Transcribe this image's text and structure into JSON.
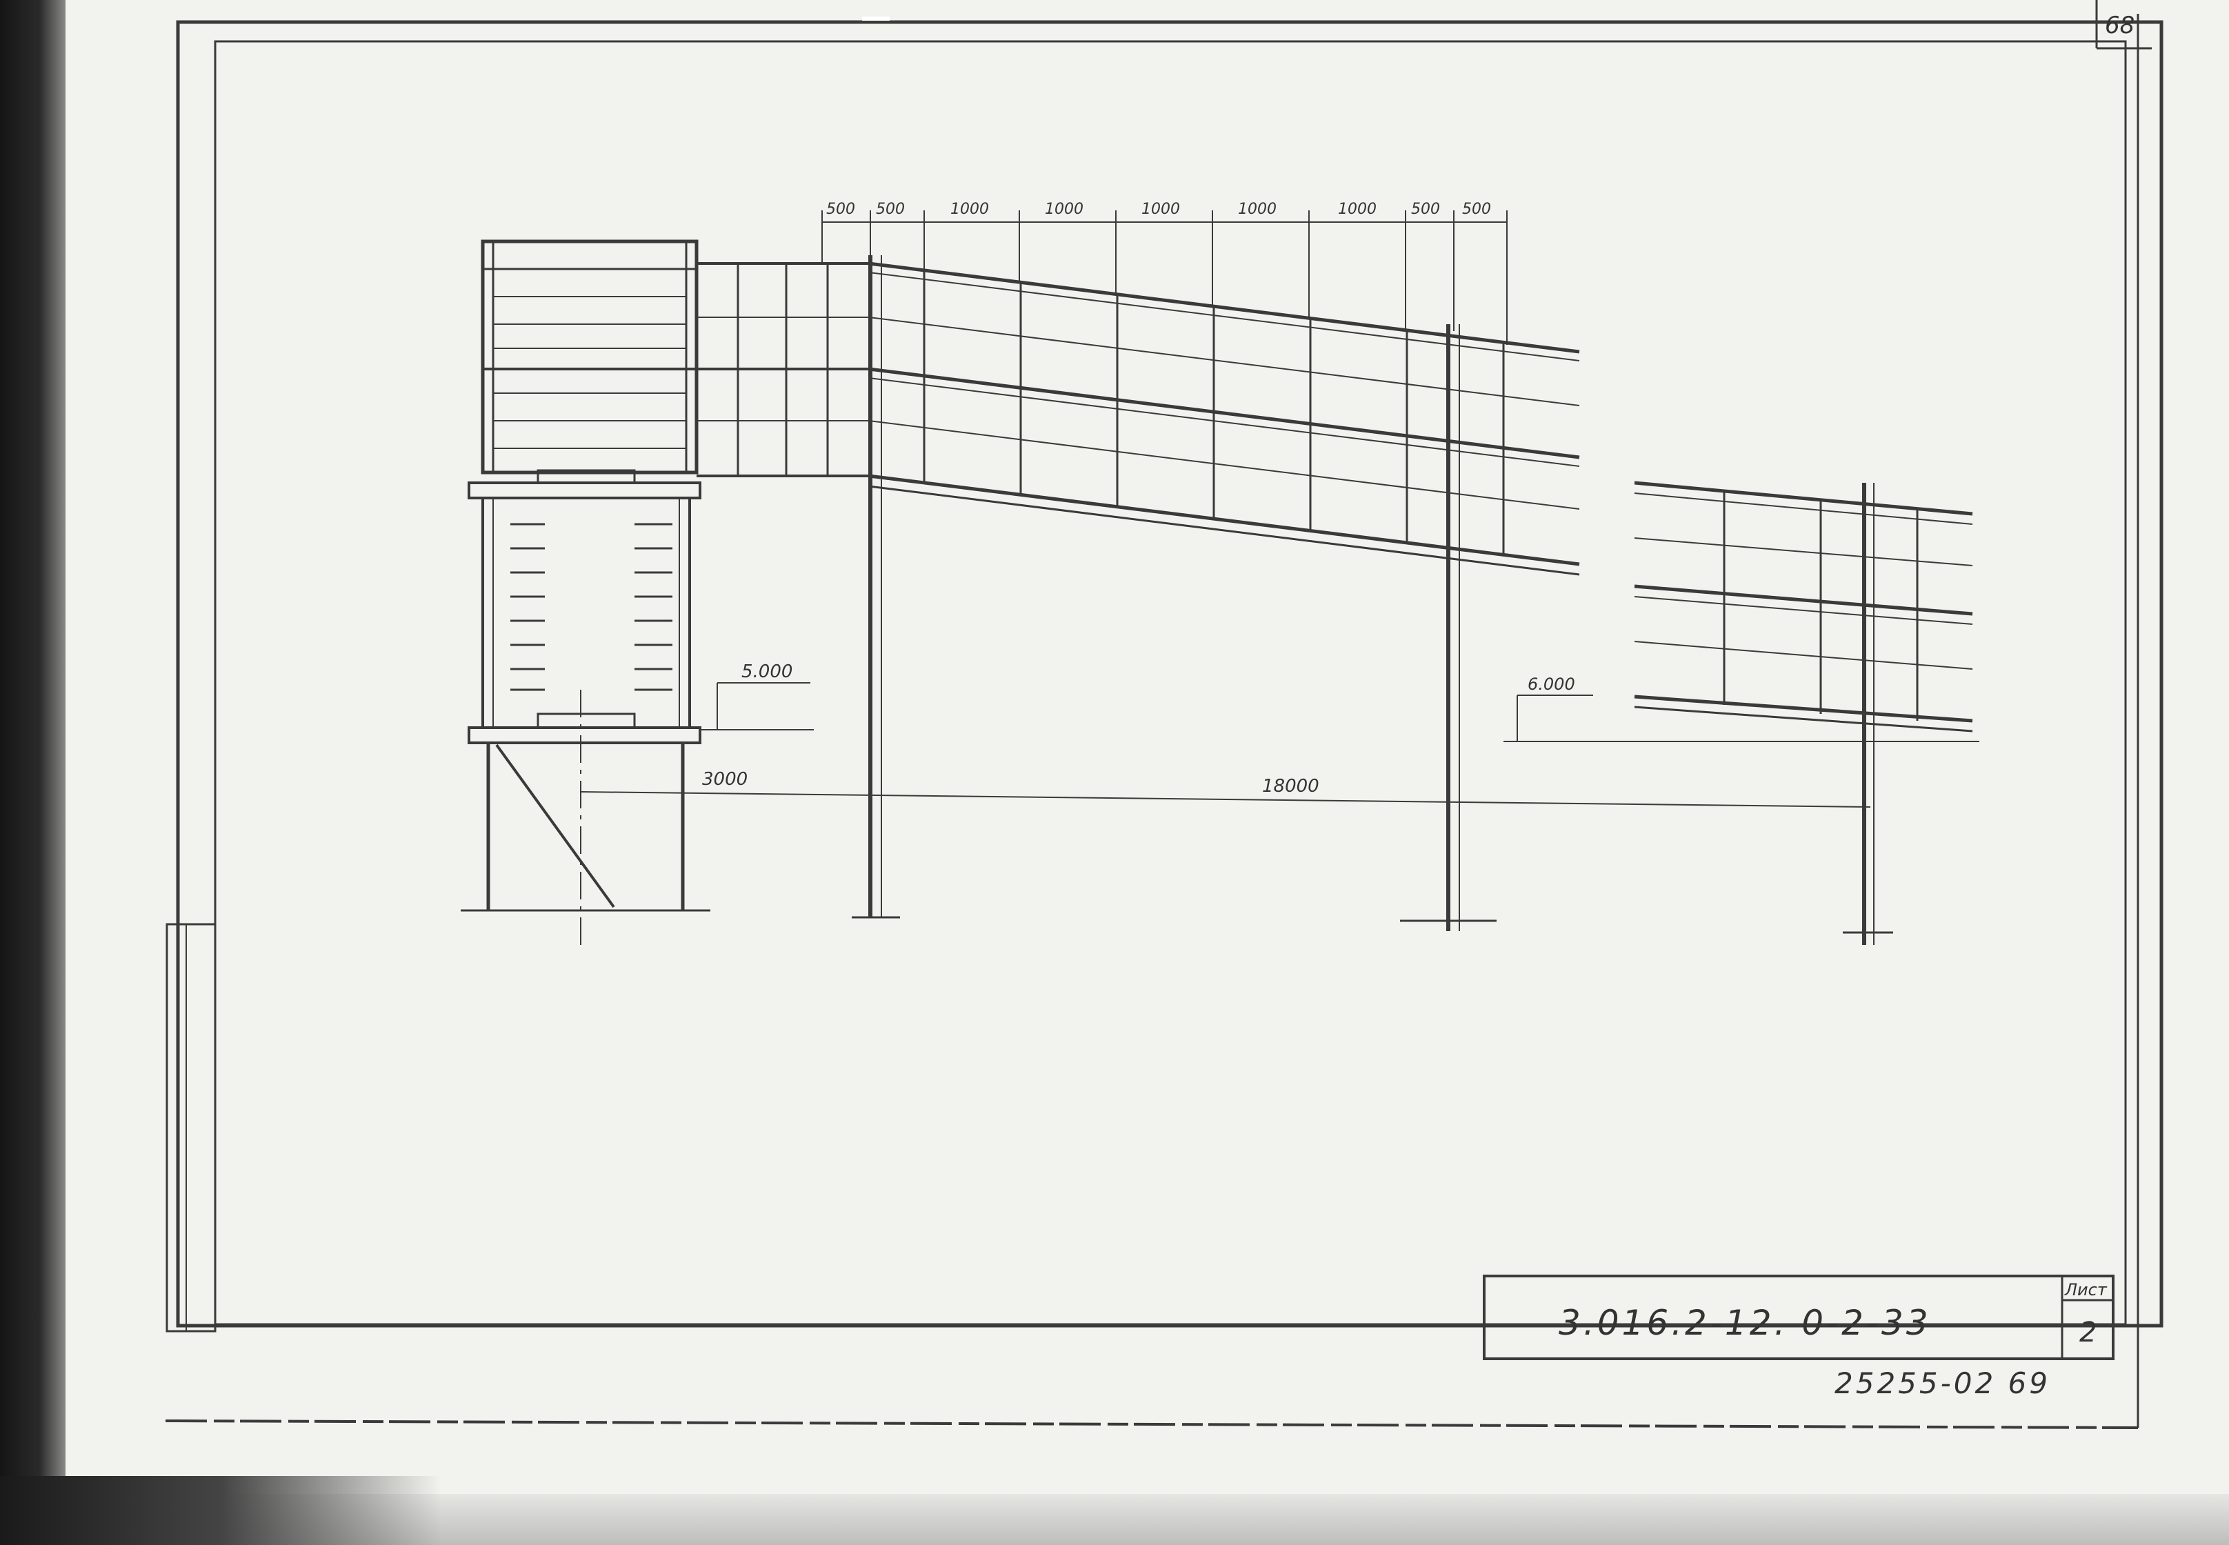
{
  "sheet": {
    "page_number": "68",
    "document_code": "3.016.2-12. 0-2-33",
    "sheet_label": "Лист",
    "sheet_number": "2",
    "archive_number": "25255-02 69"
  },
  "dimensions": {
    "top_chain": [
      "500",
      "500",
      "1000",
      "1000",
      "1000",
      "1000",
      "1000",
      "500",
      "500"
    ],
    "span_left": "3000",
    "span_main": "18000",
    "level_left": "5.000",
    "level_right": "6.000"
  },
  "colors": {
    "paper": "#f2f2ee",
    "ink": "#3a3a3a",
    "scan_edge": "#151515"
  }
}
